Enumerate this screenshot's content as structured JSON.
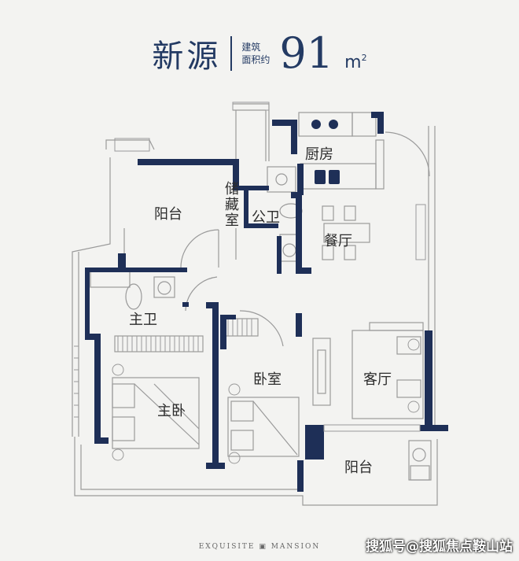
{
  "header": {
    "name": "新源",
    "meta_line1": "建筑",
    "meta_line2": "面积约",
    "area": "91",
    "unit": "m",
    "unit_sup": "2"
  },
  "rooms": {
    "kitchen": "厨房",
    "balcony_top": "阳台",
    "storage": "储藏室",
    "public_bath": "公卫",
    "dining": "餐厅",
    "master_bath": "主卫",
    "bedroom": "卧室",
    "living": "客厅",
    "master_bedroom": "主卧",
    "balcony_bottom": "阳台"
  },
  "footer": {
    "brand": "EXQUISITE ▣ MANSION"
  },
  "watermark": "搜狐号@搜狐焦点鞍山站",
  "colors": {
    "wall": "#1e2f57",
    "thin": "#8a8a8a",
    "label": "#2b2b2b"
  }
}
